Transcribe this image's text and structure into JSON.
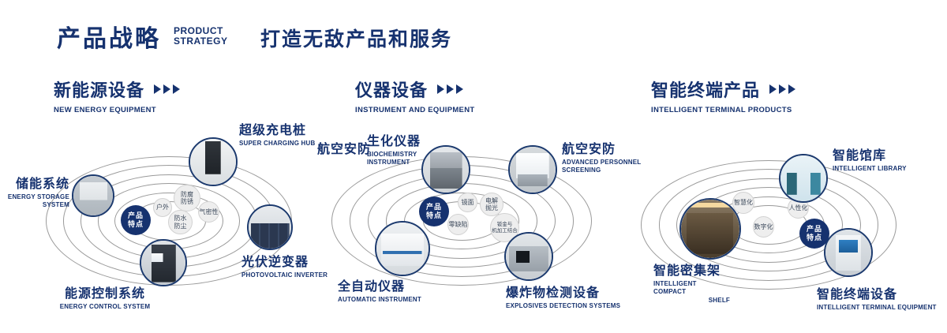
{
  "header": {
    "title": "产品战略",
    "subtitle_lines": [
      "PRODUCT",
      "STRATEGY"
    ],
    "tagline": "打造无敌产品和服务"
  },
  "sections": [
    {
      "title": "新能源设备",
      "subtitle": "NEW ENERGY EQUIPMENT",
      "center_label": [
        "产品",
        "特点"
      ],
      "features": [
        {
          "lines": [
            "防腐",
            "防锈"
          ]
        },
        {
          "lines": [
            "户外"
          ]
        },
        {
          "lines": [
            "气密性"
          ]
        },
        {
          "lines": [
            "防水",
            "防尘"
          ]
        }
      ],
      "products": [
        {
          "name": "储能系统",
          "en_lines": [
            "ENERGY STORAGE",
            "SYSTEM"
          ]
        },
        {
          "name": "超级充电桩",
          "en_lines": [
            "SUPER CHARGING HUB"
          ]
        },
        {
          "name": "光伏逆变器",
          "en_lines": [
            "PHOTOVOLTAIC INVERTER"
          ]
        },
        {
          "name": "能源控制系统",
          "en_lines": [
            "ENERGY CONTROL SYSTEM"
          ]
        }
      ]
    },
    {
      "title": "仪器设备",
      "subtitle": "INSTRUMENT AND EQUIPMENT",
      "side_label": "航空安防",
      "center_label": [
        "产品",
        "特点"
      ],
      "features": [
        {
          "lines": [
            "镜面"
          ]
        },
        {
          "lines": [
            "电解",
            "抛光"
          ]
        },
        {
          "lines": [
            "零缺陷"
          ]
        },
        {
          "lines": [
            "钣金与",
            "机加工结合"
          ]
        }
      ],
      "products": [
        {
          "name": "生化仪器",
          "en_lines": [
            "BIOCHEMISTRY",
            "INSTRUMENT"
          ]
        },
        {
          "name": "航空安防",
          "en_lines": [
            "ADVANCED PERSONNEL",
            "SCREENING"
          ]
        },
        {
          "name": "全自动仪器",
          "en_lines": [
            "AUTOMATIC INSTRUMENT"
          ]
        },
        {
          "name": "爆炸物检测设备",
          "en_lines": [
            "EXPLOSIVES DETECTION SYSTEMS"
          ]
        }
      ]
    },
    {
      "title": "智能终端产品",
      "subtitle": "INTELLIGENT TERMINAL PRODUCTS",
      "center_label": [
        "产品",
        "特点"
      ],
      "features": [
        {
          "lines": [
            "智慧化"
          ]
        },
        {
          "lines": [
            "人性化"
          ]
        },
        {
          "lines": [
            "数字化"
          ]
        }
      ],
      "products": [
        {
          "name": "智能馆库",
          "en_lines": [
            "INTELLIGENT LIBRARY"
          ]
        },
        {
          "name": "智能密集架",
          "en_lines": [
            "INTELLIGENT COMPACT",
            "SHELF"
          ]
        },
        {
          "name": "智能终端设备",
          "en_lines": [
            "INTELLIGENT TERMINAL EQUIPMENT"
          ]
        }
      ]
    }
  ],
  "colors": {
    "navy": "#16326f"
  }
}
